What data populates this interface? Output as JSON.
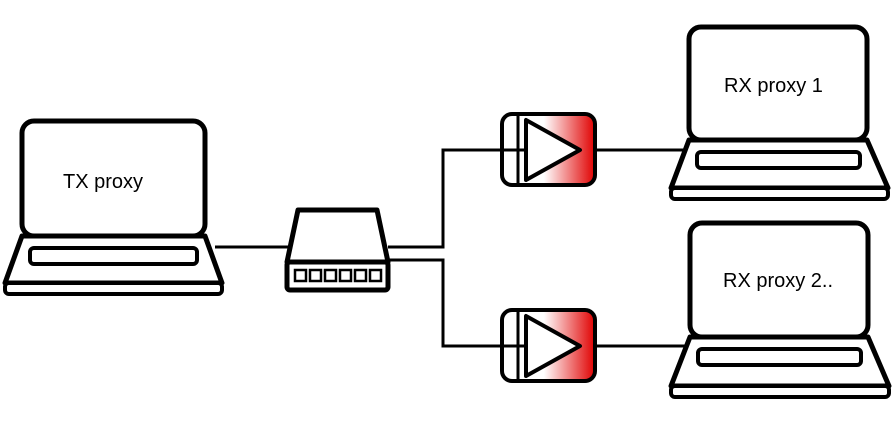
{
  "nodes": {
    "tx_laptop": {
      "label": "TX proxy",
      "icon": "laptop-icon"
    },
    "switch": {
      "icon": "network-switch-icon"
    },
    "amp_top": {
      "icon": "amplifier-icon"
    },
    "amp_bottom": {
      "icon": "amplifier-icon"
    },
    "rx_laptop_1": {
      "label": "RX proxy 1",
      "icon": "laptop-icon"
    },
    "rx_laptop_2": {
      "label": "RX proxy 2..",
      "icon": "laptop-icon"
    }
  },
  "colors": {
    "stroke": "#000000",
    "amp_gradient_start": "#ffffff",
    "amp_gradient_end": "#e00000"
  }
}
